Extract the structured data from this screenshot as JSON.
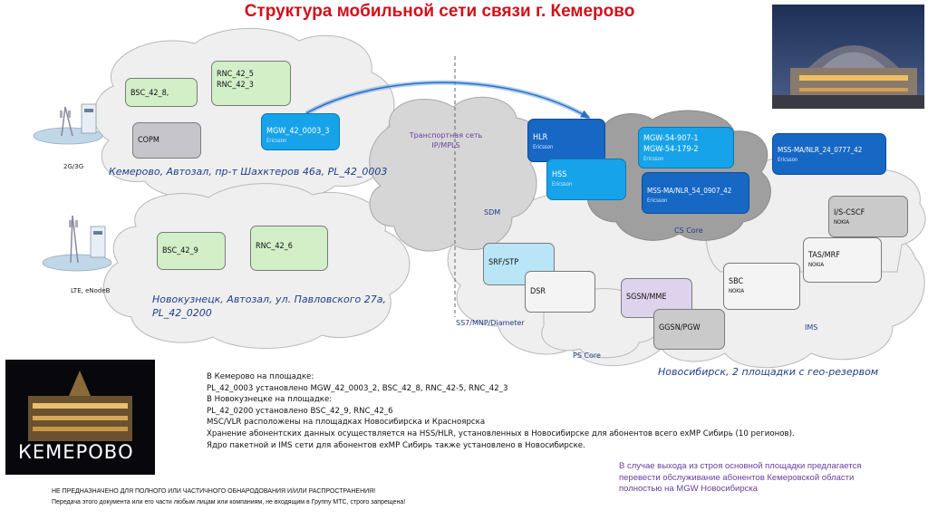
{
  "title": "Структура мобильной сети связи г. Кемерово",
  "nodes": {
    "bsc_42_8": {
      "name": "BSC_42_8,"
    },
    "rnc_42_5_3": {
      "name": "RNC_42_5\nRNC_42_3"
    },
    "copm": {
      "name": "СОРМ"
    },
    "mgw_42_0003_3": {
      "name": "MGW_42_0003_3",
      "vendor": "Ericsson"
    },
    "bsc_42_9": {
      "name": "BSC_42_9"
    },
    "rnc_42_6": {
      "name": "RNC_42_6"
    },
    "hlr": {
      "name": "HLR",
      "vendor": "Ericsson"
    },
    "hss": {
      "name": "HSS",
      "vendor": "Ericsson"
    },
    "mgw_54": {
      "name": "MGW-54-907-1\nMGW-54-179-2",
      "vendor": "Ericsson"
    },
    "mss_54": {
      "name": "MSS-MA/NLR_54_0907_42",
      "vendor": "Ericsson"
    },
    "mss_24": {
      "name": "MSS-MA/NLR_24_0777_42",
      "vendor": "Ericsson"
    },
    "i_s_cscf": {
      "name": "I/S-CSCF",
      "vendor": "NOKIA"
    },
    "tas_mrf": {
      "name": "TAS/MRF",
      "vendor": "NOKIA"
    },
    "sbc": {
      "name": "SBC",
      "vendor": "NOKIA"
    },
    "srf_stp": {
      "name": "SRF/STP"
    },
    "dsr": {
      "name": "DSR"
    },
    "sgsn_mme": {
      "name": "SGSN/MME"
    },
    "ggsn_pgw": {
      "name": "GGSN/PGW"
    }
  },
  "labels": {
    "transport": "Транспортная сеть\nIP/MPLS",
    "sdm": "SDM",
    "cs_core": "CS Core",
    "ims": "IMS",
    "ps_core": "PS Core",
    "ss7": "SS7/MNP/Diameter",
    "label_2g3g": "2G/3G",
    "label_lte": "LTE, eNodeB",
    "kemerovo_site": "Кемерово, Автозал, пр-т Шахктеров 46а, PL_42_0003",
    "novokuz_site_1": "Новокузнецк, Автозал, ул. Павловского 27а,",
    "novokuz_site_2": "PL_42_0200",
    "novosib_site": "Новосибирск, 2 площадки с гео-резервом",
    "kemerovo_photo": "КЕМЕРОВО"
  },
  "notes": [
    "В Кемерово на площадке:",
    "PL_42_0003 установлено  MGW_42_0003_2, BSC_42_8, RNC_42-5, RNC_42_3",
    "В Новокузнецке на площадке:",
    "PL_42_0200 установлено BSC_42_9, RNC_42_6",
    "MSC/VLR расположены на площадках Новосибирска и Красноярска",
    "Хранение абонентских данных осуществляется на HSS/HLR, установленных в Новосибирске для абонентов всего exMP Сибирь (10 регионов).",
    "Ядро пакетной и IMS сети для абонентов exMP Сибирь также установлено в Новосибирске."
  ],
  "backup_note": "В случае выхода из строя основной площадки предлагается перевести обслуживание абонентов Кемеровской области полностью  на MGW Новосибирска",
  "footer": [
    "НЕ ПРЕДНАЗНАЧЕНО ДЛЯ ПОЛНОГО ИЛИ ЧАСТИЧНОГО ОБНАРОДОВАНИЯ И/ИЛИ РАСПРОСТРАНЕНИЯ!",
    "Передача этого документа или его части  любым лицам или компаниям, не входящим в Группу МТС, строго запрещена!"
  ],
  "colors": {
    "title": "#d0101a",
    "node_blue": "#1767c4",
    "node_light_blue": "#16a3ea",
    "node_green": "#d2efc8",
    "cloud": "#eeeeee",
    "core_cloud": "#9e9e9e"
  }
}
